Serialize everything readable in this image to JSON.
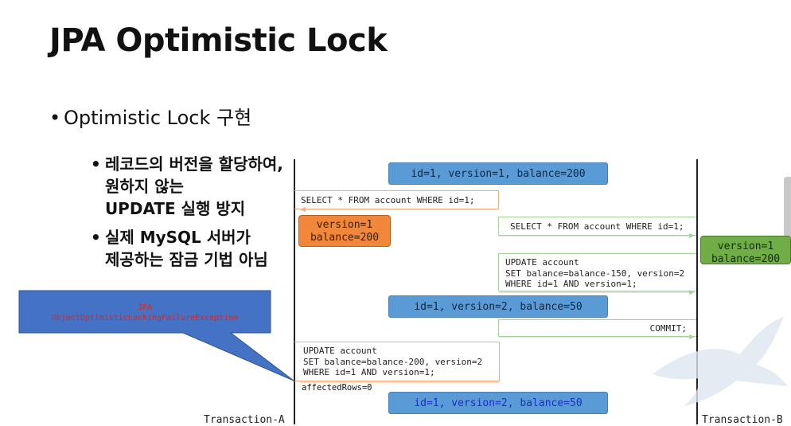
{
  "slide": {
    "title": "JPA Optimistic Lock"
  },
  "bullets": {
    "main": "Optimistic Lock 구현",
    "sub1": "레코드의 버전을 할당하여,\n원하지 않는\nUPDATE 실행 방지",
    "sub2": "실제 MySQL 서버가\n제공하는 잠금 기법 아님",
    "dot": "•"
  },
  "diagram": {
    "state1": "id=1, version=1, balance=200",
    "select_a": "SELECT * FROM account WHERE id=1;",
    "a_read": {
      "l1": "version=1",
      "l2": "balance=200"
    },
    "select_b": "SELECT * FROM account WHERE id=1;",
    "b_read": {
      "l1": "version=1",
      "l2": "balance=200"
    },
    "update_b": "UPDATE account\nSET balance=balance-150, version=2\nWHERE id=1 AND version=1;",
    "state2": "id=1, version=2, balance=50",
    "commit_b": "COMMIT;",
    "update_a": "UPDATE account\nSET balance=balance-200, version=2\nWHERE id=1 AND version=1;",
    "affected": "affectedRows=0",
    "state3": "id=1, version=2, balance=50",
    "tx_a": "Transaction-A",
    "tx_b": "Transaction-B",
    "callout": {
      "l1": "JPA",
      "l2": "ObjectOptimisticLockingFailureException"
    }
  },
  "colors": {
    "state_box": "#5b9bd5",
    "orange_box": "#f0873a",
    "green_box": "#70ad47",
    "callout": "#4472c4",
    "callout_text": "#e8201a"
  }
}
